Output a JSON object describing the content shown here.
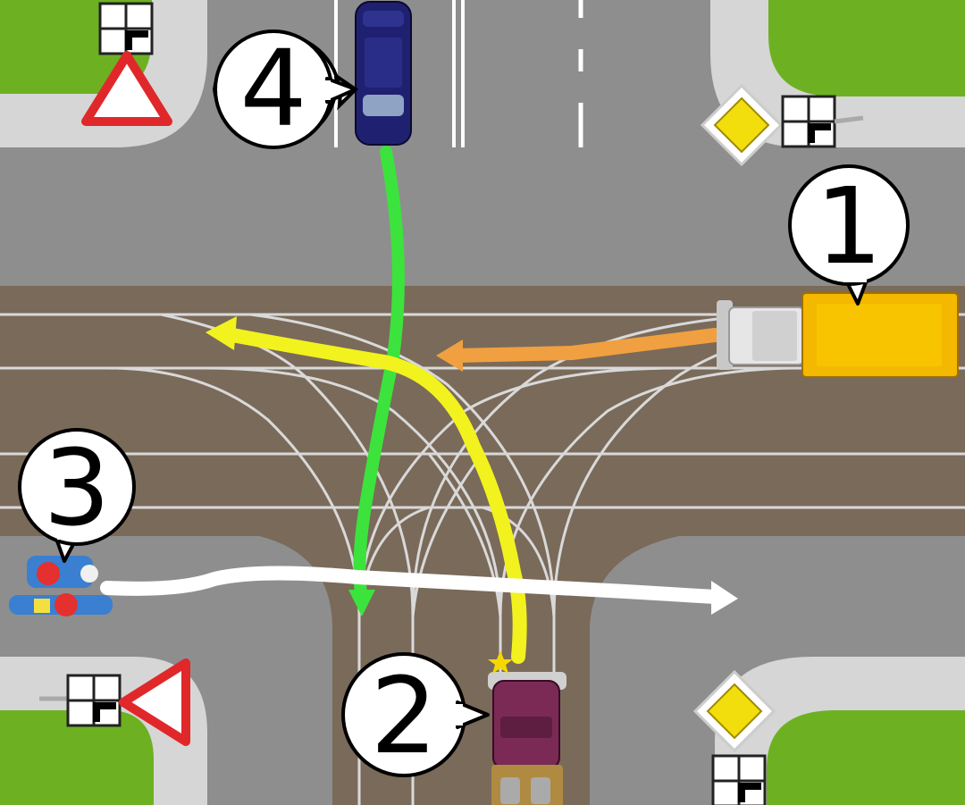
{
  "colors": {
    "grass": "#6db122",
    "sidewalk": "#d6d6d6",
    "road": "#8e8e8e",
    "tramway": "#7a6a5a",
    "rail": "#d9d9d9",
    "marking": "#ffffff",
    "path_green": "#3ce33c",
    "path_yellow": "#f2f21e",
    "path_orange": "#f0a040",
    "path_white": "#ffffff",
    "car_blue": "#1f2170",
    "car_maroon": "#7a2a55",
    "truck_yellow": "#f4b800",
    "truck_cab": "#e6e6e6",
    "sign_red": "#e0282a",
    "sign_priority": "#f3de0d"
  },
  "vehicles": [
    {
      "id": "truck",
      "number": "1",
      "icon": "truck-icon",
      "path": "straight-west"
    },
    {
      "id": "car-maroon",
      "number": "2",
      "icon": "car-icon",
      "path": "left-turn-west"
    },
    {
      "id": "motorcycle",
      "number": "3",
      "icon": "motorcycle-icon",
      "path": "straight-east"
    },
    {
      "id": "car-blue",
      "number": "4",
      "icon": "car-icon",
      "path": "straight-south"
    }
  ],
  "signs": [
    {
      "id": "yield-nw",
      "icon": "yield-sign-icon"
    },
    {
      "id": "yield-sw",
      "icon": "yield-sign-icon"
    },
    {
      "id": "priority-ne",
      "icon": "priority-road-sign-icon"
    },
    {
      "id": "priority-se",
      "icon": "priority-road-sign-icon"
    },
    {
      "id": "junction-plate",
      "icon": "junction-layout-plate-icon"
    }
  ]
}
